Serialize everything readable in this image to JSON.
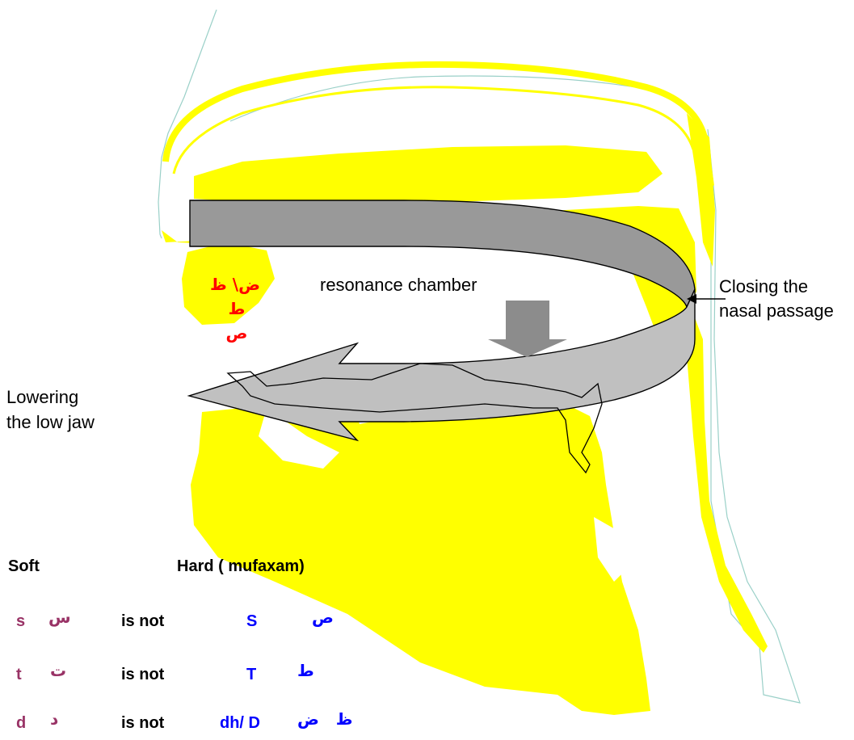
{
  "labels": {
    "resonance": "resonance chamber",
    "closing_line1": "Closing the",
    "closing_line2": "nasal passage",
    "lowering_line1": "Lowering",
    "lowering_line2": "the low jaw"
  },
  "arabic_marks": {
    "line1": "ض\\ ظ",
    "line2": "ط",
    "line3": "ص"
  },
  "table": {
    "header_soft": "Soft",
    "header_hard": "Hard ( mufaxam)",
    "rows": [
      {
        "soft_latin": "s",
        "soft_arabic": "س",
        "relation": "is not",
        "hard_latin": "S",
        "hard_arabic": "ص"
      },
      {
        "soft_latin": "t",
        "soft_arabic": "ت",
        "relation": "is not",
        "hard_latin": "T",
        "hard_arabic": "ط"
      },
      {
        "soft_latin": "d",
        "soft_arabic": "د",
        "relation": "is not",
        "hard_latin": "dh/ D",
        "hard_arabic": "ظ   ض"
      }
    ]
  },
  "colors": {
    "anatomy_fill": "#ffff00",
    "arrow_dark": "#999999",
    "arrow_light": "#c0c0c0",
    "soft_text": "#993366",
    "hard_text": "#0000ff",
    "arabic_marks": "#ff0000"
  }
}
